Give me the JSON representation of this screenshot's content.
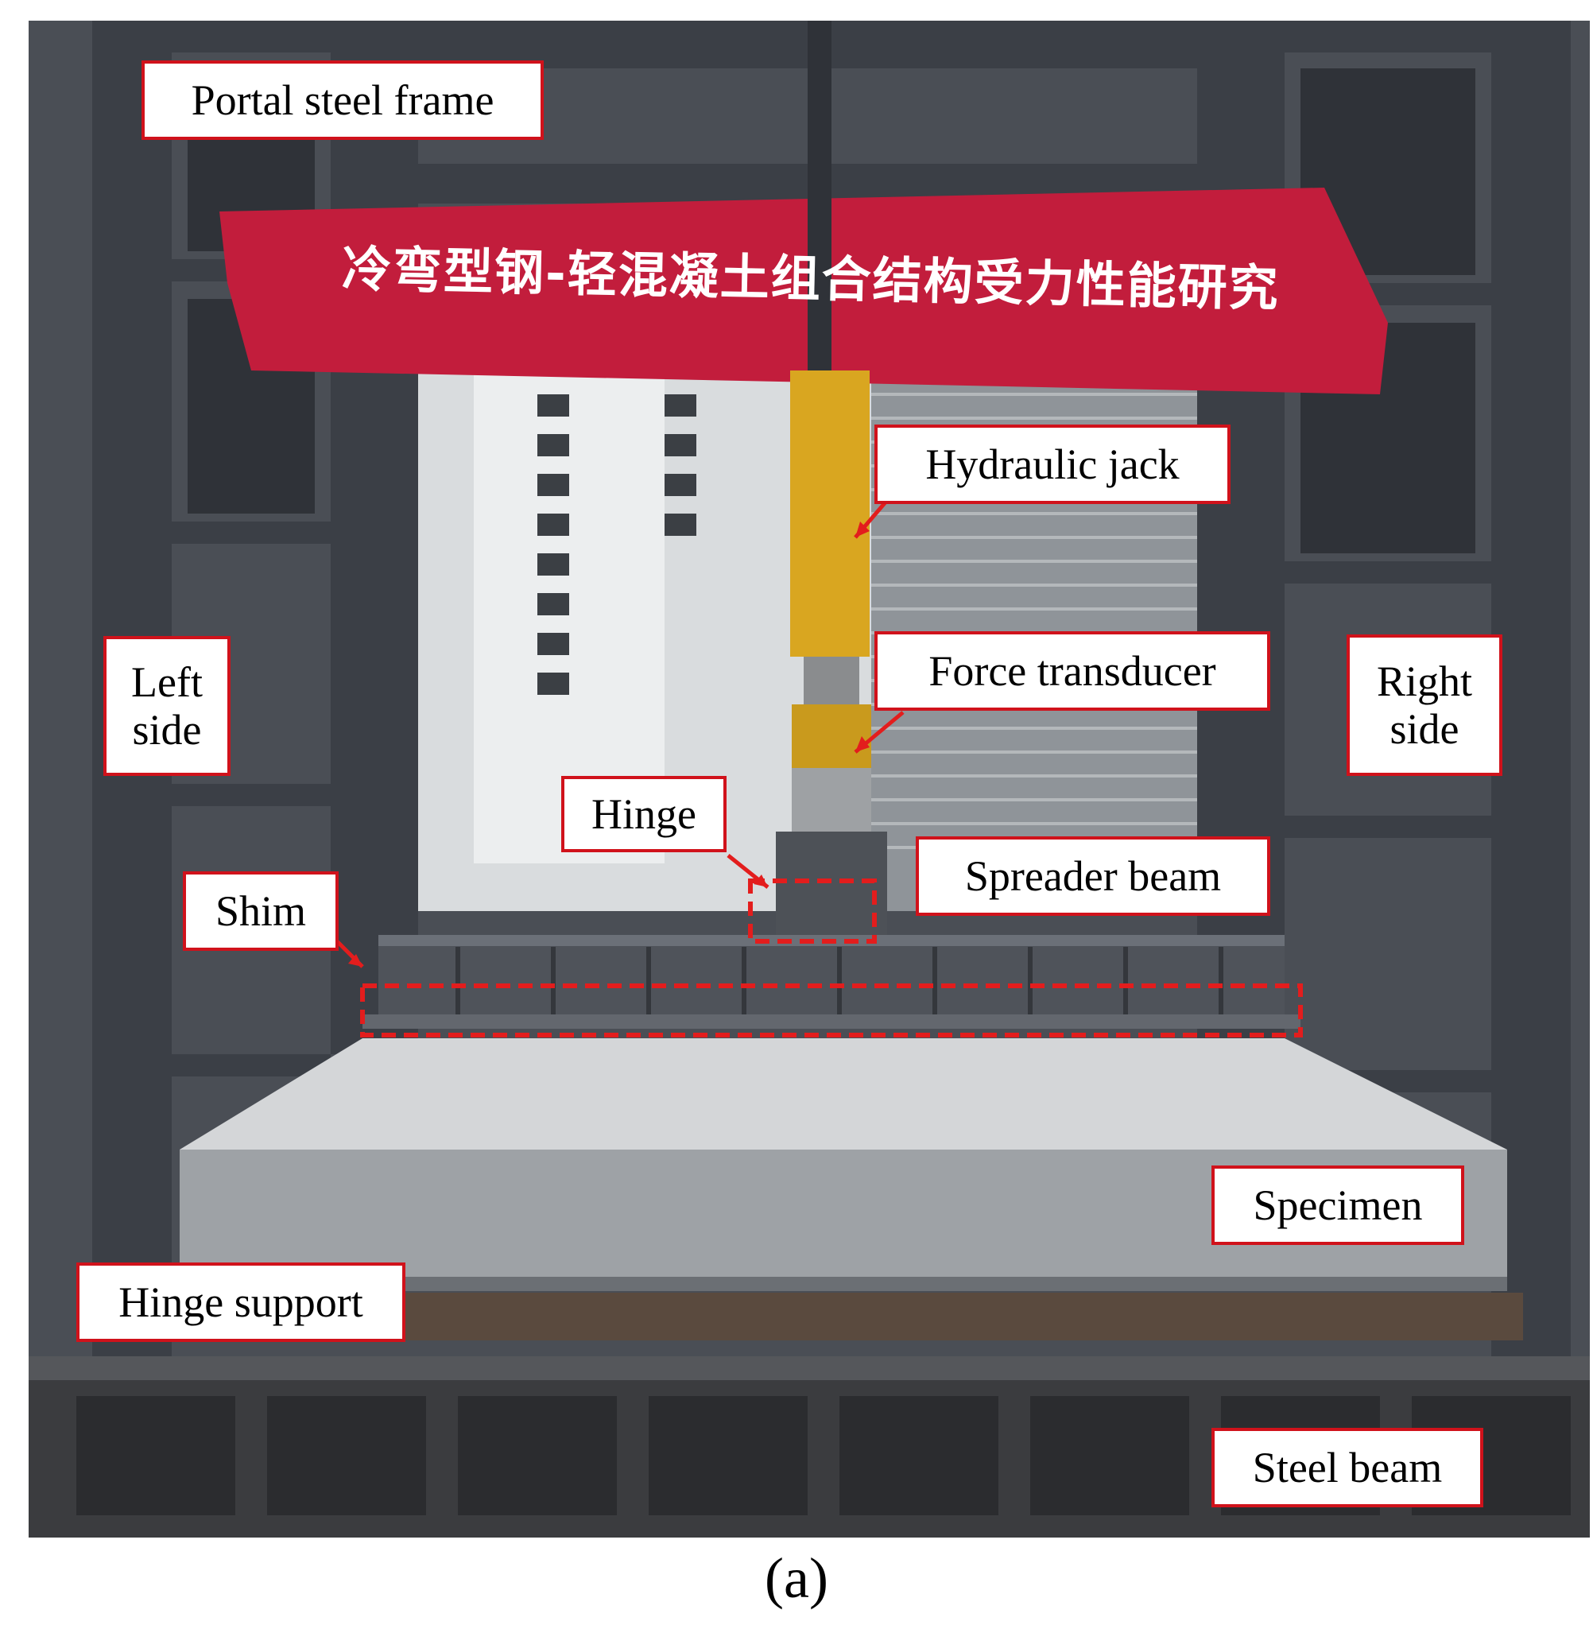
{
  "labels": {
    "portal_steel_frame": "Portal steel frame",
    "hydraulic_jack": "Hydraulic jack",
    "force_transducer": "Force transducer",
    "left_side": "Left side",
    "right_side": "Right side",
    "hinge": "Hinge",
    "spreader_beam": "Spreader beam",
    "shim": "Shim",
    "specimen": "Specimen",
    "hinge_support": "Hinge support",
    "steel_beam": "Steel beam"
  },
  "banner": "冷弯型钢-轻混凝土组合结构受力性能研究",
  "caption": "(a)",
  "colors": {
    "callout": "#d0121b",
    "banner": "#c21d3c",
    "jack": "#d9a620"
  }
}
